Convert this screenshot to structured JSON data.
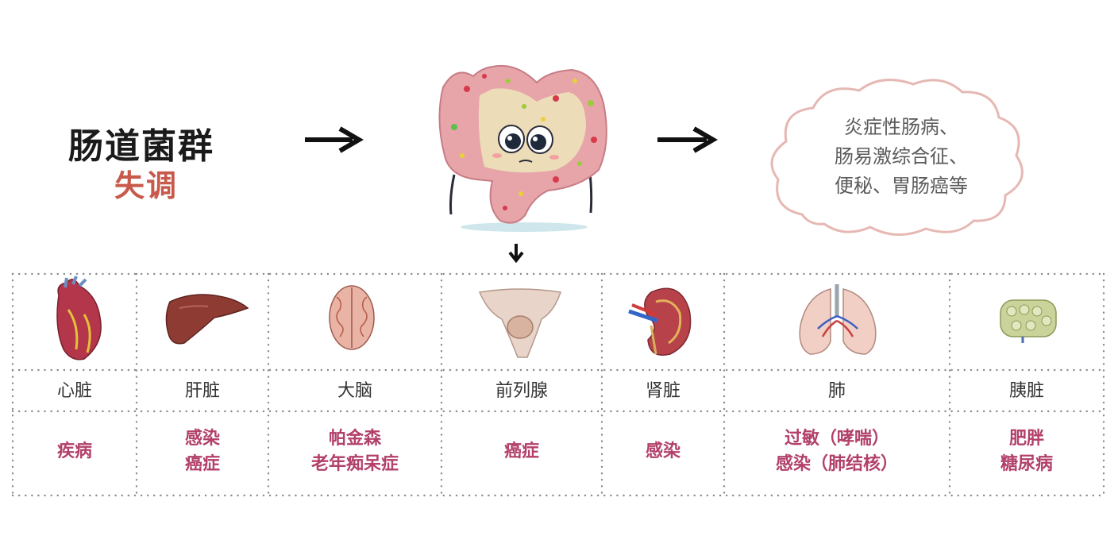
{
  "title": {
    "line1": "肠道菌群",
    "line2": "失调"
  },
  "cloud": {
    "lines": [
      "炎症性肠病、",
      "肠易激综合征、",
      "便秘、胃肠癌等"
    ]
  },
  "colors": {
    "title": "#1a1a1a",
    "accent": "#c85a4c",
    "disease": "#b2406a",
    "cloud_border": "#e6b8b3",
    "grid_dot": "#8a8a8a"
  },
  "organs": [
    {
      "name": "心脏",
      "icon": "heart-icon",
      "diseases": [
        "疾病"
      ]
    },
    {
      "name": "肝脏",
      "icon": "liver-icon",
      "diseases": [
        "感染",
        "癌症"
      ]
    },
    {
      "name": "大脑",
      "icon": "brain-icon",
      "diseases": [
        "帕金森",
        "老年痴呆症"
      ]
    },
    {
      "name": "前列腺",
      "icon": "prostate-icon",
      "diseases": [
        "癌症"
      ]
    },
    {
      "name": "肾脏",
      "icon": "kidney-icon",
      "diseases": [
        "感染"
      ]
    },
    {
      "name": "肺",
      "icon": "lungs-icon",
      "diseases": [
        "过敏（哮喘）",
        "感染（肺结核）"
      ]
    },
    {
      "name": "胰脏",
      "icon": "pancreas-icon",
      "diseases": [
        "肥胖",
        "糖尿病"
      ]
    }
  ]
}
